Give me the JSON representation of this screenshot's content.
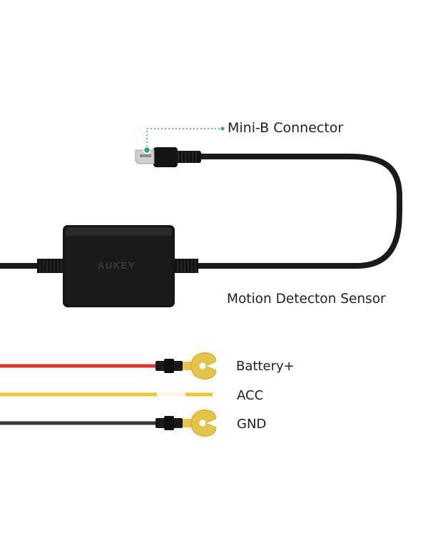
{
  "labels": {
    "mini_b": "Mini-B Connector",
    "motion": "Motion Detecton Sensor",
    "battery": "Battery+",
    "acc": "ACC",
    "gnd": "GND"
  },
  "device": {
    "brand": "AUKEY"
  },
  "colors": {
    "background": "#ffffff",
    "cable": "#1a1a1a",
    "callout": "#2aa58a",
    "battery_wire": "#d23a35",
    "acc_wire": "#efc533",
    "gnd_wire": "#3a3a3a",
    "terminal": "#e6c44a"
  }
}
